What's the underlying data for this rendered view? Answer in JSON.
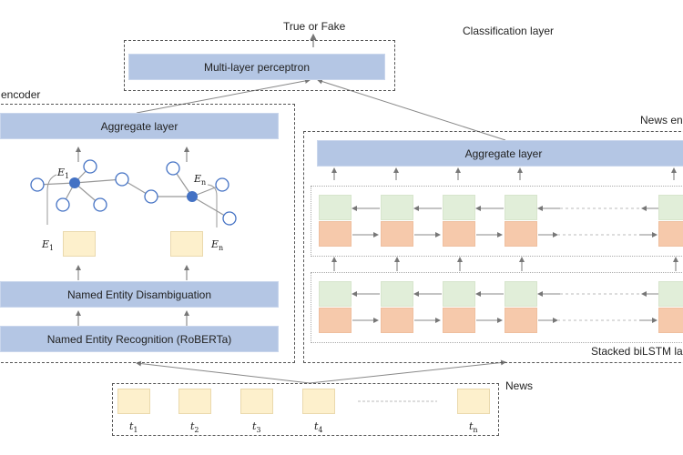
{
  "classification": {
    "output_label": "True or Fake",
    "section_label": "Classification layer",
    "mlp_label": "Multi-layer perceptron"
  },
  "entity_encoder": {
    "section_label": "encoder",
    "aggregate_label": "Aggregate layer",
    "ned_label": "Named Entity Disambiguation",
    "ner_label": "Named Entity Recognition (RoBERTa)",
    "entities": [
      {
        "symbol": "E",
        "subscript": "1"
      },
      {
        "symbol": "E",
        "subscript": "n"
      }
    ],
    "node_color": "#4472c4"
  },
  "news_encoder": {
    "section_label": "News en",
    "aggregate_label": "Aggregate layer",
    "bilstm_label": "Stacked biLSTM la",
    "forward_color": "#f6c9ab",
    "backward_color": "#e1eed9"
  },
  "news_input": {
    "section_label": "News",
    "tokens": [
      {
        "symbol": "t",
        "subscript": "1"
      },
      {
        "symbol": "t",
        "subscript": "2"
      },
      {
        "symbol": "t",
        "subscript": "3"
      },
      {
        "symbol": "t",
        "subscript": "4"
      },
      {
        "symbol": "t",
        "subscript": "n"
      }
    ]
  }
}
